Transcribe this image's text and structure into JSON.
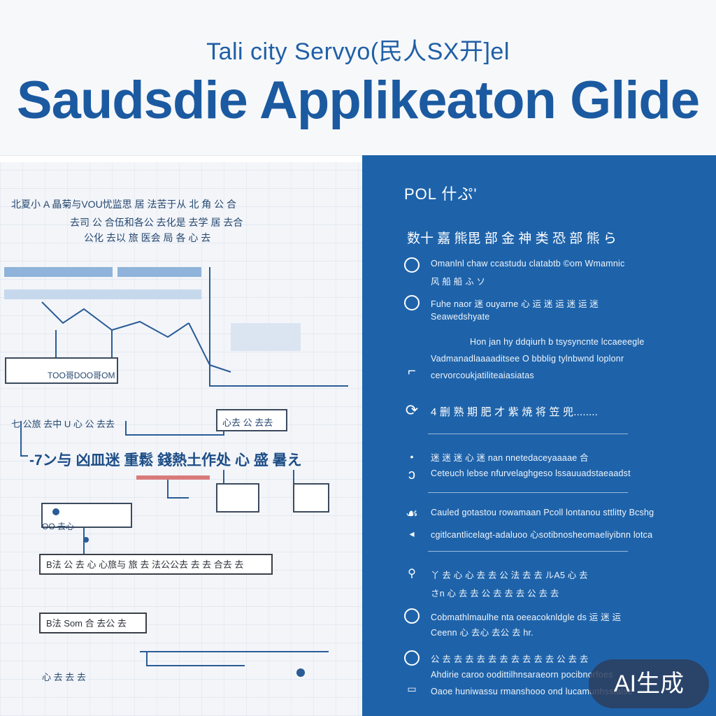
{
  "header": {
    "subtitle": "Tali city Servyo(民人SX开]el",
    "title": "Saudsdie Applikeaton Glide"
  },
  "left": {
    "heading_line1": "北夏小 A 晶菊与VOU忧监思 居 法苦于从 北 角 公 合",
    "heading_line2": "去司 公 合伍和各公 去化是 去学 居 去合",
    "heading_line3": "公化 去以 旅 医会 局 各 心 去",
    "box_label": "TOO哥DOO哥OM",
    "section_a": "七 公旅 去中 U 心 公 去去",
    "section_b": "心去 公 去去",
    "step_title": "-7ン与 凶皿迷 重鬆 錢熱土作处 心 盛 暑え",
    "list_box_1": "B法 公 去 心 心旅与 旅 去 法公公去 去 去 合去 去",
    "list_box_2": "B法 Som 合 去公 去",
    "small_label": "OO 去心",
    "footer_label": "心 去 去 去"
  },
  "right": {
    "heading": "POL 什ぷ'",
    "subheading": "数十 嘉 熊毘 部 金 神 类 恐 部 熊 ら",
    "items": [
      {
        "icon": "circle-icon",
        "lines": [
          "Omanlnl chaw ccastudu clatabtb ©om Wmamnic",
          "风 船 船 ふ ソ"
        ]
      },
      {
        "icon": "circle-icon",
        "lines": [
          "Fuhe naor 迷 ouyarne 心 运 迷 运 迷 运 迷",
          "Seawedshyate"
        ]
      },
      {
        "icon": "hook-icon",
        "lines": [
          "Hon jan hy ddqiurh b tsysyncnte lccaeeegle",
          "Vadmanadlaaaaditsee O bbblig tylnbwnd loplonr",
          "cervorcoukjatiliteaiasiatas"
        ]
      },
      {
        "icon": "refresh-icon",
        "lines": [
          "4 删 熟 期 肥 才 紫 焼 将 笠 兜........"
        ]
      },
      {
        "icon": "dot-icon",
        "lines": [
          "迷 迷 迷 心 迷 nan nnetedaceyaaaae 合"
        ]
      },
      {
        "icon": "hook-icon",
        "lines": [
          "Ceteuch lebse nfurvelaghgeso lssauuadstaeaadst"
        ]
      },
      {
        "icon": "leaf-icon",
        "lines": [
          "Cauled gotastou rowamaan Pcoll lontanou sttlitty Bcshg"
        ]
      },
      {
        "icon": "dot-icon",
        "lines": [
          "cgitlcantlicelagt-adaluoo 心sotibnosheomaeliyibnn lotca"
        ]
      },
      {
        "icon": "pin-icon",
        "lines": [
          "丫 去 心 心 去 去 公 法 去 去 ルA5 心 去",
          "さn 心 去 去 公 去 去 去 公 去 去"
        ]
      },
      {
        "icon": "circle-icon",
        "lines": [
          "Cobmathlmaulhe nta oeeacoknldgle ds 运 迷 运",
          "Ceenn 心 去心 去公 去 hr."
        ]
      },
      {
        "icon": "circle-icon",
        "lines": [
          "公 去 去 去 去 去 去 去 去 去 去 公 去 去"
        ]
      },
      {
        "icon": "card-icon",
        "lines": [
          "Ahdirie caroo oodittilhnsaraeorn pocibnorfoes",
          "Oaoe huniwassu rmanshooo ond lucamunhsstalse"
        ]
      }
    ]
  },
  "badge": "AI生成",
  "colors": {
    "primary": "#1e63aa",
    "title": "#1b5aa0",
    "badge": "#2d3c5a"
  }
}
